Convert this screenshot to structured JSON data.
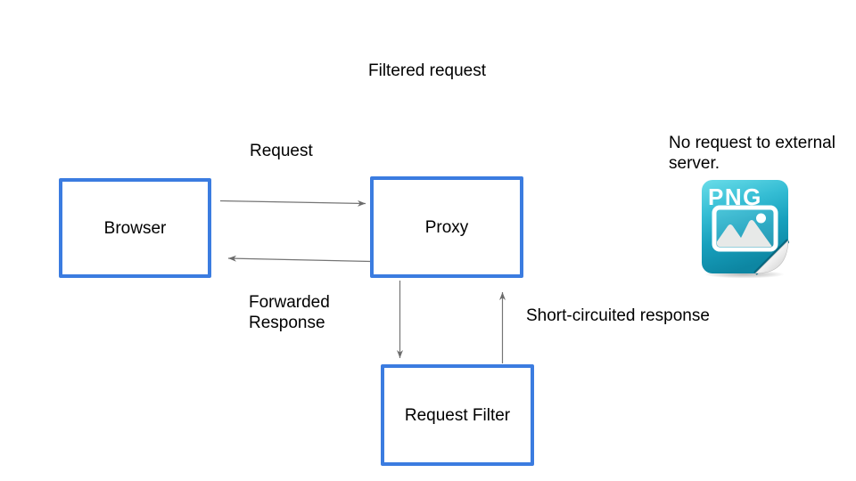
{
  "colors": {
    "background": "#ffffff",
    "box_border": "#3b7ce0",
    "box_fill": "#ffffff",
    "arrow": "#757575",
    "text": "#000000",
    "icon_teal_light": "#6adde9",
    "icon_teal_dark": "#0d86a2"
  },
  "nodes": {
    "browser": {
      "label": "Browser"
    },
    "proxy": {
      "label": "Proxy"
    },
    "request_filter": {
      "label": "Request Filter"
    }
  },
  "edge_labels": {
    "filtered_request": "Filtered request",
    "request": "Request",
    "forwarded_response": {
      "line1": "Forwarded",
      "line2": "Response"
    },
    "short_circuited_response": "Short-circuited response"
  },
  "annotation": {
    "line1": "No request to external",
    "line2": "server."
  },
  "png_icon": {
    "label": "PNG"
  }
}
